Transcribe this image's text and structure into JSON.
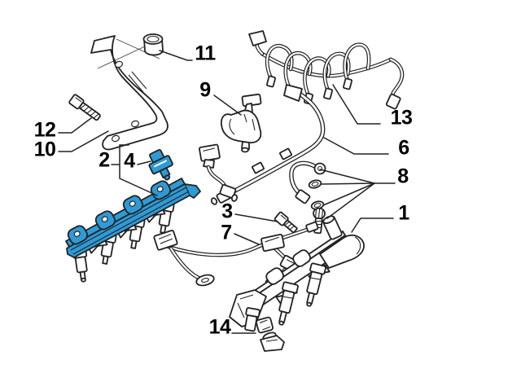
{
  "diagram": {
    "type": "exploded-parts-diagram",
    "colors": {
      "background": "#ffffff",
      "line": "#222222",
      "highlight": "#2E9AD6",
      "label_text": "#000000"
    },
    "highlighted_callouts": [
      "2",
      "4"
    ],
    "callouts": [
      {
        "label": "1"
      },
      {
        "label": "2"
      },
      {
        "label": "3"
      },
      {
        "label": "4"
      },
      {
        "label": "6"
      },
      {
        "label": "7"
      },
      {
        "label": "8"
      },
      {
        "label": "9"
      },
      {
        "label": "10"
      },
      {
        "label": "11"
      },
      {
        "label": "12"
      },
      {
        "label": "13"
      },
      {
        "label": "14"
      }
    ]
  }
}
